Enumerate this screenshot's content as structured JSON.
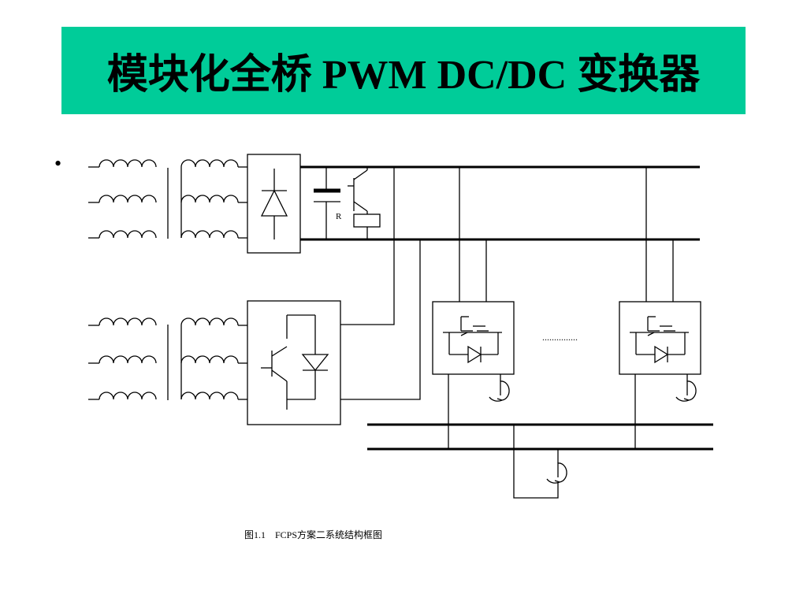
{
  "slide": {
    "title": "模块化全桥 PWM DC/DC 变换器",
    "title_bg_color": "#00cc99",
    "bullet_glyph": "•"
  },
  "diagram": {
    "resistor_label": "R",
    "continuation_dots": "...............",
    "caption": "图1.1    FCPS方案二系统结构框图"
  }
}
